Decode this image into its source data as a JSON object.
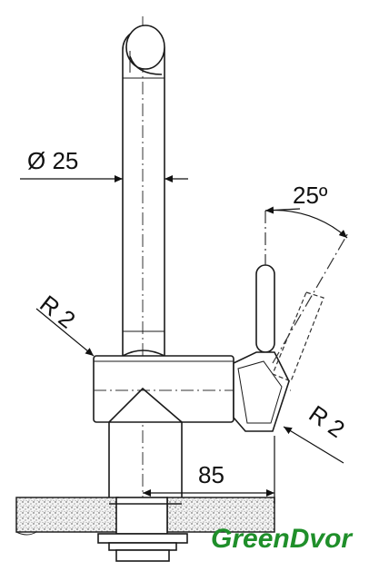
{
  "dimensions": {
    "diameter": "Ø 25",
    "angle": "25º",
    "radius_left": "R 2",
    "radius_right": "R 2",
    "reach": "85"
  },
  "brand": {
    "part1": "Green",
    "part2": "Dvor"
  },
  "colors": {
    "line": "#1a1a1a",
    "dashed": "#333333",
    "brand_green": "#1f8f2a",
    "granite": "#d9d9d9"
  }
}
